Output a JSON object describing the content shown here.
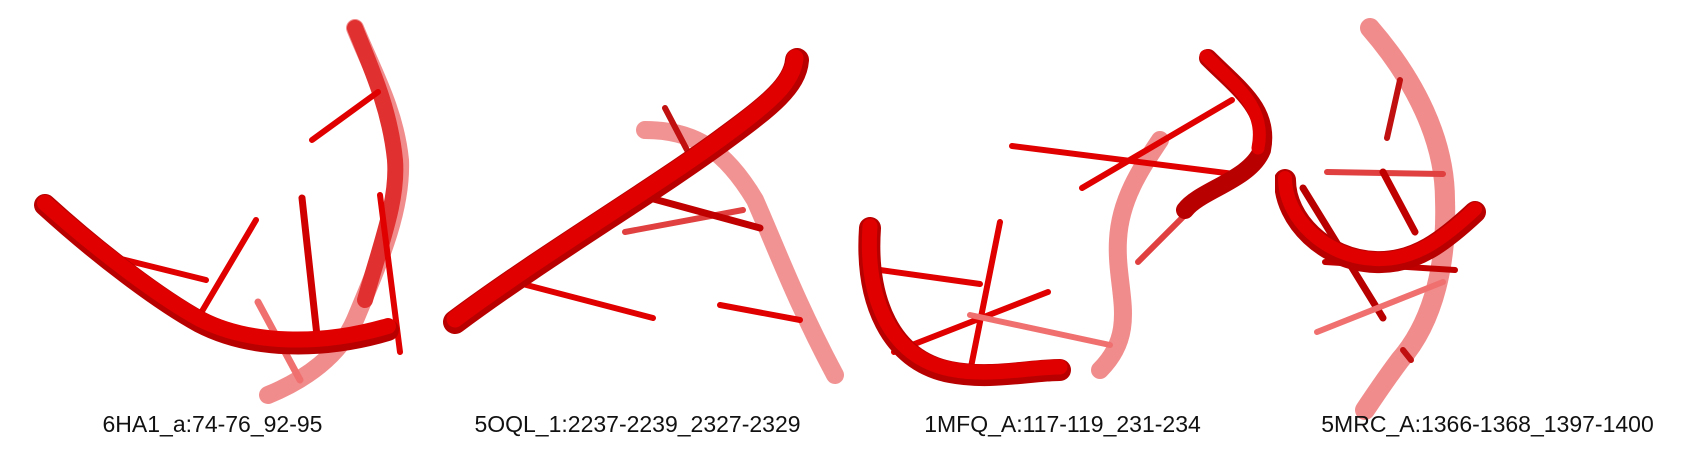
{
  "panels": [
    {
      "label": "6HA1_a:74-76_92-95"
    },
    {
      "label": "5OQL_1:2237-2239_2327-2329"
    },
    {
      "label": "1MFQ_A:117-119_231-234"
    },
    {
      "label": "5MRC_A:1366-1368_1397-1400"
    }
  ],
  "colors": {
    "strand": "#e00000",
    "strand_dark": "#b80000",
    "strand_faded": "#f08080"
  },
  "subject": "RNA backbone cartoon tube renderings with base-pair sticks"
}
